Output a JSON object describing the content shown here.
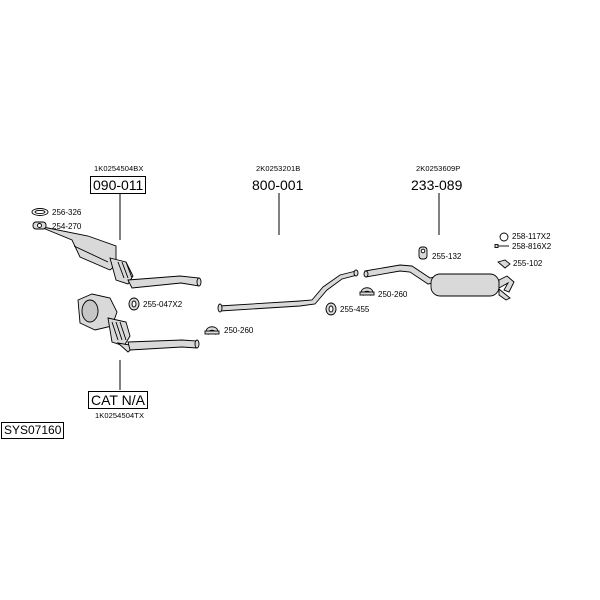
{
  "system_id": "SYS07160",
  "groups": [
    {
      "ref": "1K0254504BX",
      "code": "090-011"
    },
    {
      "ref": "2K0253201B",
      "code": "800-001"
    },
    {
      "ref": "2K0253609P",
      "code": "233-089"
    },
    {
      "ref": "1K0254504TX",
      "code": "CAT N/A"
    }
  ],
  "parts": [
    "256-326",
    "254-270",
    "255-047X2",
    "250-260",
    "255-455",
    "250-260",
    "255-132",
    "258-117X2",
    "258-816X2",
    "255-102"
  ],
  "colors": {
    "line": "#000000",
    "part_fill": "#d9d9d9",
    "background": "#ffffff"
  }
}
